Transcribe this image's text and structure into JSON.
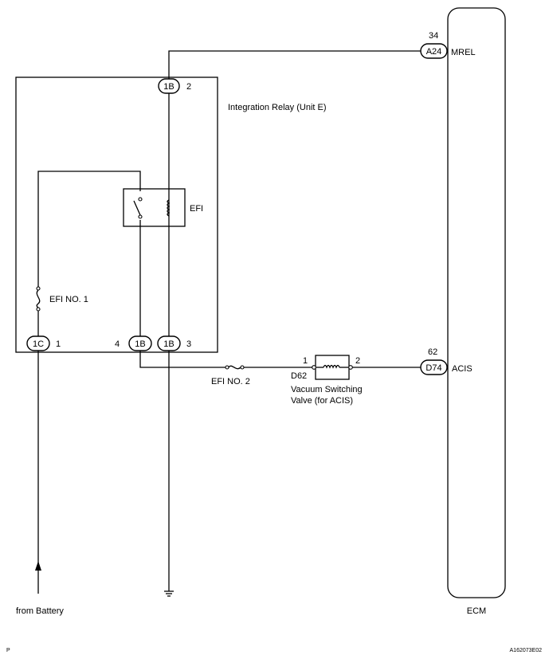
{
  "ecm": {
    "label": "ECM"
  },
  "relay": {
    "title": "Integration Relay (Unit E)",
    "coil_label": "EFI",
    "fuse_label": "EFI NO. 1"
  },
  "connectors": {
    "a24": {
      "code": "A24",
      "pin": "34",
      "signal": "MREL"
    },
    "d74": {
      "code": "D74",
      "pin": "62",
      "signal": "ACIS"
    },
    "c1b_top": {
      "code": "1B",
      "pin": "2"
    },
    "c1c": {
      "code": "1C",
      "pin": "1"
    },
    "c1b_left": {
      "code": "1B",
      "pin": "4"
    },
    "c1b_right": {
      "code": "1B",
      "pin": "3"
    }
  },
  "fuse2": {
    "label": "EFI NO. 2"
  },
  "vsv": {
    "connector": "D62",
    "pin_in": "1",
    "pin_out": "2",
    "label_line1": "Vacuum Switching",
    "label_line2": "Valve (for ACIS)"
  },
  "source": {
    "label": "from Battery"
  },
  "footer": {
    "left_mark": "P",
    "figure_code": "A162073E02"
  }
}
